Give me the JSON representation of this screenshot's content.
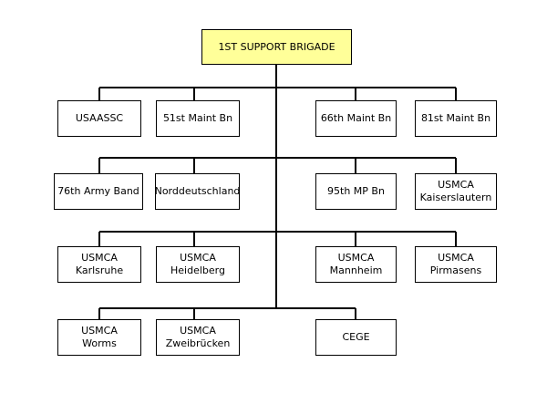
{
  "root": {
    "line1": "1ST SUPPORT BRIGADE"
  },
  "row1": [
    {
      "line1": "USAASSC"
    },
    {
      "line1": "51st Maint Bn"
    },
    {
      "line1": "66th Maint Bn"
    },
    {
      "line1": "81st Maint Bn"
    }
  ],
  "row2": [
    {
      "line1": "76th Army Band"
    },
    {
      "line1": "Norddeutschland"
    },
    {
      "line1": "95th MP Bn"
    },
    {
      "line1": "USMCA",
      "line2": "Kaiserslautern"
    }
  ],
  "row3": [
    {
      "line1": "USMCA",
      "line2": "Karlsruhe"
    },
    {
      "line1": "USMCA",
      "line2": "Heidelberg"
    },
    {
      "line1": "USMCA",
      "line2": "Mannheim"
    },
    {
      "line1": "USMCA",
      "line2": "Pirmasens"
    }
  ],
  "row4": [
    {
      "line1": "USMCA",
      "line2": "Worms"
    },
    {
      "line1": "USMCA",
      "line2": "Zweibrücken"
    },
    {
      "line1": "CEGE"
    }
  ],
  "colors": {
    "root_fill": "#ffff99",
    "line": "#000000"
  }
}
